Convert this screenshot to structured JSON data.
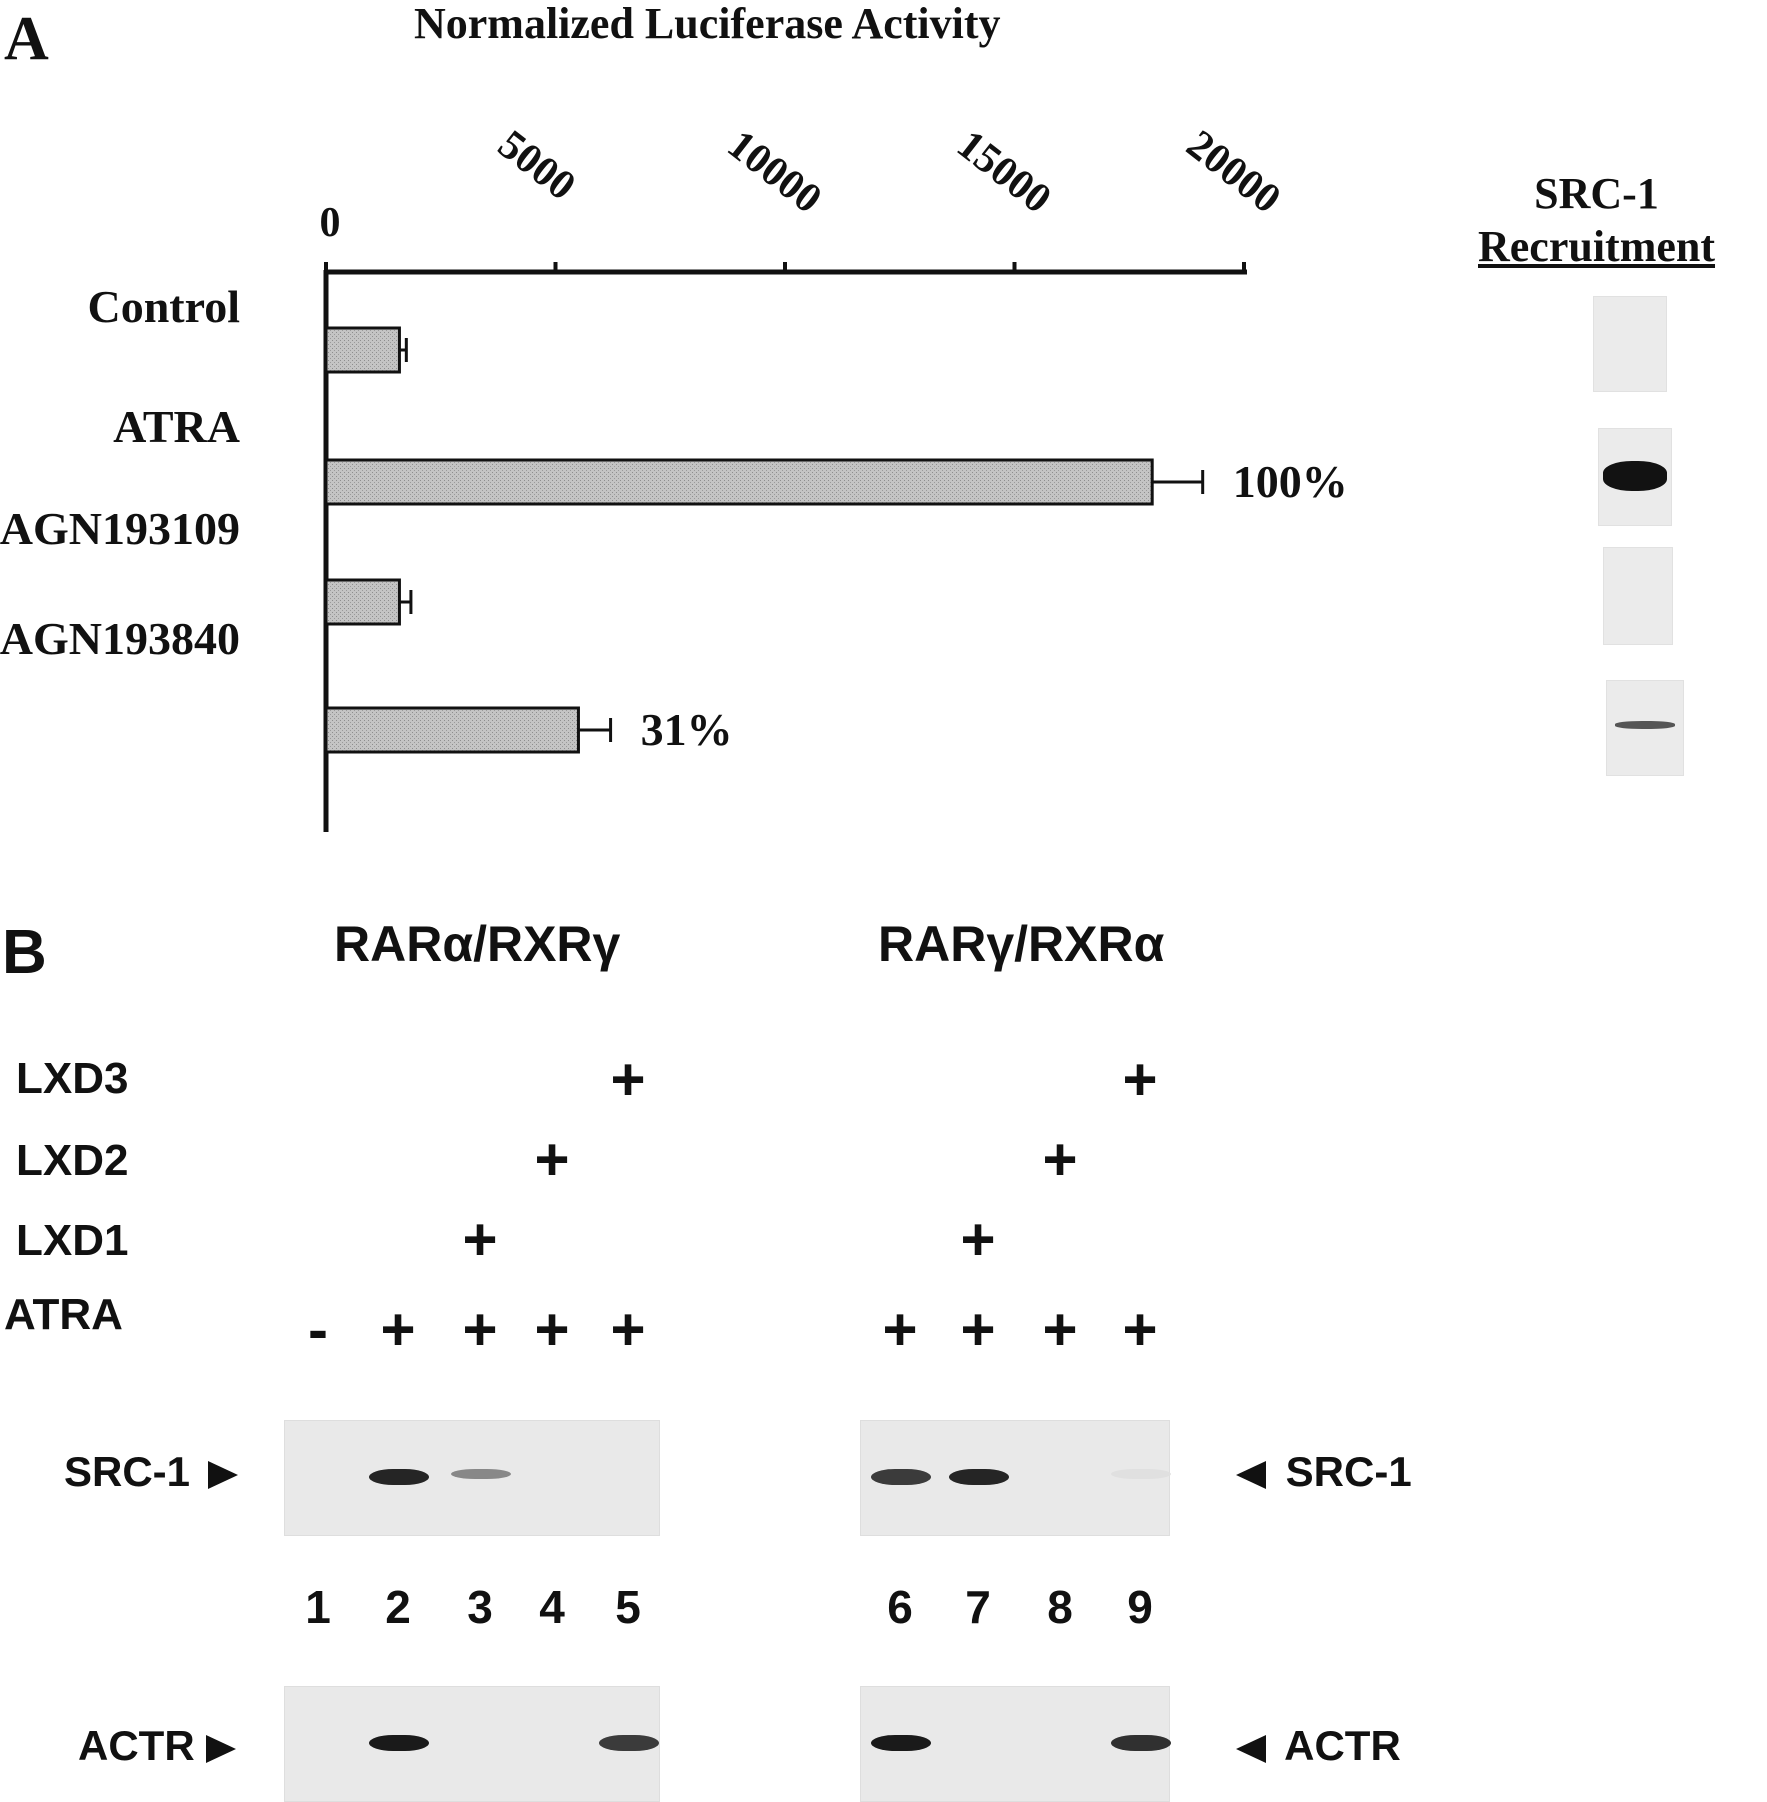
{
  "panel_a": {
    "letter": "A",
    "recruitment": {
      "title_line1": "SRC-1",
      "title_line2": "Recruitment",
      "band_intensity": [
        0,
        1.0,
        0,
        0.3
      ]
    }
  },
  "chart_data": {
    "type": "bar",
    "orientation": "horizontal",
    "title": "Normalized Luciferase Activity",
    "categories": [
      "Control",
      "ATRA",
      "AGN193109",
      "AGN193840"
    ],
    "values": [
      1600,
      18000,
      1600,
      5500
    ],
    "error": [
      150,
      1100,
      250,
      700
    ],
    "annotations": [
      "",
      "100%",
      "",
      "31%"
    ],
    "xlim": [
      0,
      20000
    ],
    "x_ticks": [
      "0",
      "5000",
      "10000",
      "15000",
      "20000"
    ],
    "bar_color": "#bdbdbd",
    "grid": false
  },
  "panel_b": {
    "letter": "B",
    "group1_title": "RARα/RXRγ",
    "group2_title": "RARγ/RXRα",
    "rows": [
      {
        "label": "LXD3",
        "signs": [
          "",
          "",
          "",
          "",
          "+",
          "",
          "",
          "",
          "+"
        ]
      },
      {
        "label": "LXD2",
        "signs": [
          "",
          "",
          "",
          "+",
          "",
          "",
          "",
          "+",
          ""
        ]
      },
      {
        "label": "LXD1",
        "signs": [
          "",
          "",
          "+",
          "",
          "",
          "",
          "+",
          "",
          ""
        ]
      },
      {
        "label": "ATRA",
        "signs": [
          "-",
          "+",
          "+",
          "+",
          "+",
          "+",
          "+",
          "+",
          "+"
        ]
      }
    ],
    "lanes": [
      "1",
      "2",
      "3",
      "4",
      "5",
      "6",
      "7",
      "8",
      "9"
    ],
    "src1_label": "SRC-1",
    "actr_label": "ACTR",
    "src1_band_intensity": [
      0,
      0.9,
      0.45,
      0,
      0,
      0.8,
      0.9,
      0,
      0.05
    ],
    "actr_band_intensity": [
      0,
      0.95,
      0,
      0,
      0.8,
      0.95,
      0,
      0,
      0.85
    ]
  }
}
